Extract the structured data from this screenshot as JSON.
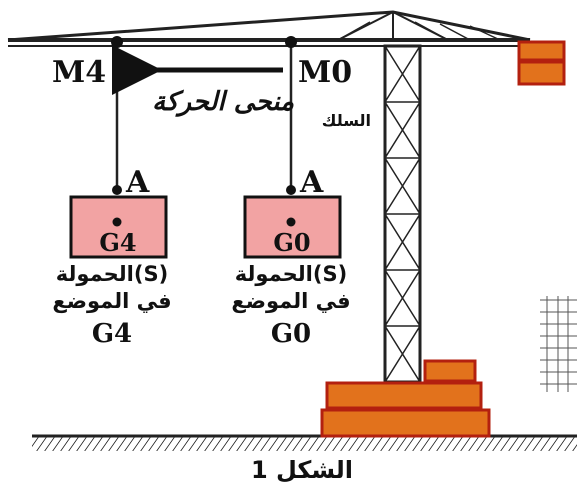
{
  "labels": {
    "m4": "M4",
    "m0": "M0",
    "trajectory": "منحى الحركة",
    "cable": "السلك",
    "point_a_left": "A",
    "point_a_right": "A",
    "g4_in_box": "G4",
    "g0_in_box": "G0",
    "load_left_line1": "الحمولة(S)",
    "load_left_line2": "في الموضع",
    "load_left_line3": "G4",
    "load_right_line1": "الحمولة(S)",
    "load_right_line2": "في الموضع",
    "load_right_line3": "G0",
    "figure_caption": "الشكل 1"
  },
  "colors": {
    "load_fill": "#f2a3a3",
    "brick_fill": "#e2721c",
    "brick_edge": "#b3200f",
    "structure": "#222222"
  }
}
